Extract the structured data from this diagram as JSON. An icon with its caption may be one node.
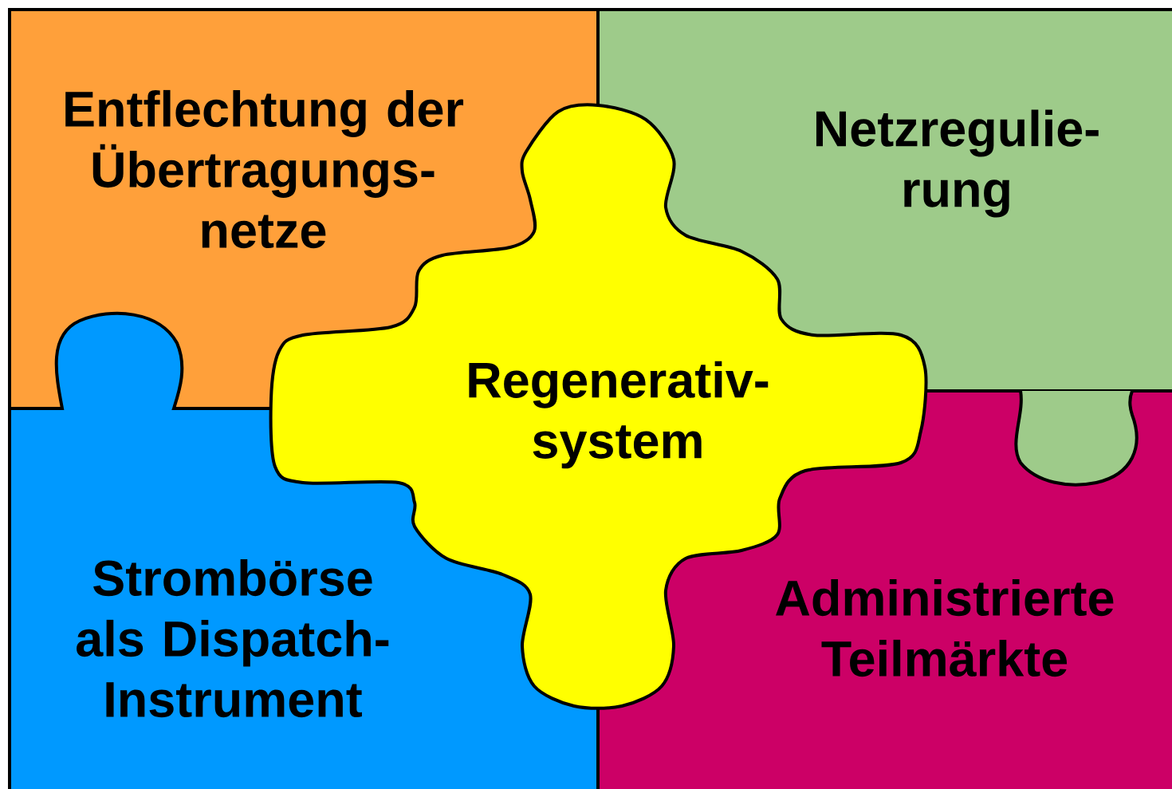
{
  "diagram": {
    "nodes": [
      {
        "text": [
          "Entflechtung der Übertragungs- netze"
        ]
      },
      {
        "text": [
          "Netzregulie- rung"
        ]
      },
      {
        "text": [
          "Strombörse als Dispatch- Instrument"
        ]
      },
      {
        "text": [
          "Administrierte Teilmärkte"
        ]
      },
      {
        "text": [
          "Regenerativ- system"
        ]
      }
    ]
  }
}
